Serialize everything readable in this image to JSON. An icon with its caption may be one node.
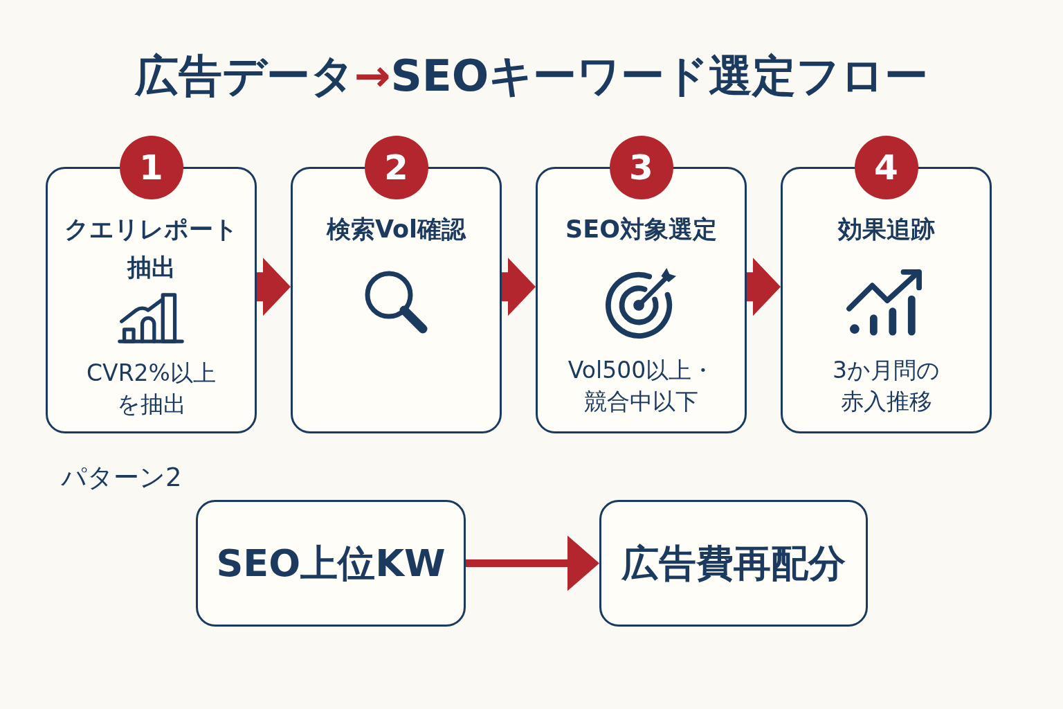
{
  "diagram": {
    "title": "広告データ→SEOキーワード選定フロー",
    "nodes": [
      {
        "text": [
          "1",
          "クエリレポート抽出",
          "CVR2%以上を抽出"
        ]
      },
      {
        "text": [
          "2",
          "検索Vol確認"
        ]
      },
      {
        "text": [
          "3",
          "SEO対象選定",
          "Vol500以上・競合中以下"
        ]
      },
      {
        "text": [
          "4",
          "効果追跡",
          "3か月問の赤入推移"
        ]
      },
      {
        "text": [
          "SEO上位KW"
        ]
      },
      {
        "text": [
          "広告費再配分"
        ]
      }
    ],
    "edges": [
      {
        "from": 0,
        "to": 1,
        "arrow": "to"
      },
      {
        "from": 1,
        "to": 2,
        "arrow": "to"
      },
      {
        "from": 2,
        "to": 3,
        "arrow": "to"
      },
      {
        "from": 4,
        "to": 5,
        "arrow": "to"
      }
    ],
    "labels": [
      "パターン2"
    ]
  }
}
